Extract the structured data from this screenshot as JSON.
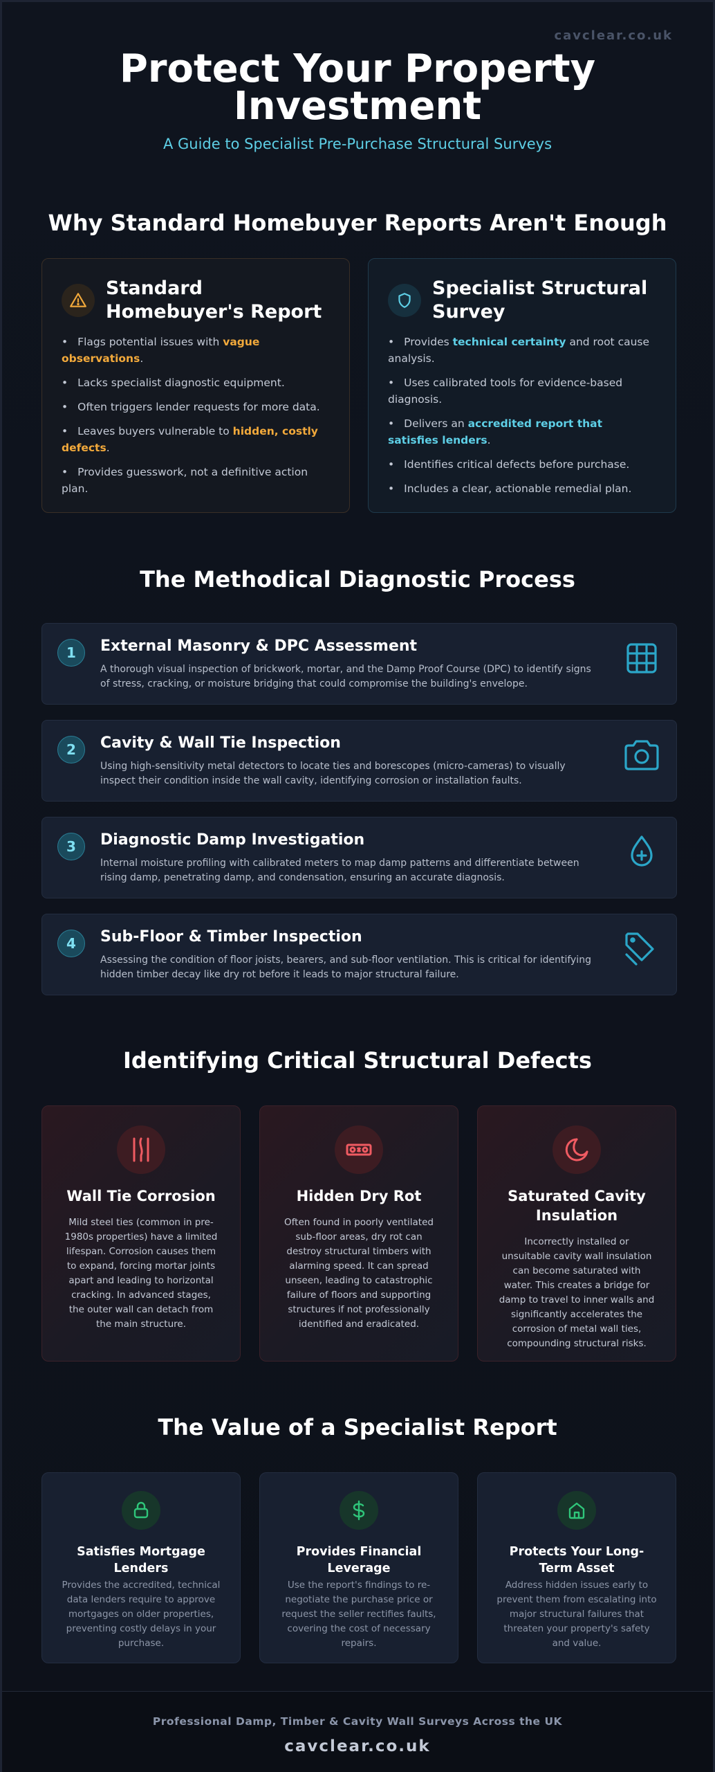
{
  "brand": "cavclear.co.uk",
  "hero": {
    "title": "Protect Your Property Investment",
    "subtitle": "A Guide to Specialist Pre-Purchase Structural Surveys"
  },
  "comparison": {
    "title": "Why Standard Homebuyer Reports Aren't Enough",
    "standard": {
      "title": "Standard Homebuyer's Report",
      "icon": "warning-icon",
      "items": [
        [
          "Flags potential issues with ",
          "vague observations",
          "."
        ],
        [
          "Lacks specialist diagnostic equipment.",
          "",
          ""
        ],
        [
          "Often triggers lender requests for more data.",
          "",
          ""
        ],
        [
          "Leaves buyers vulnerable to ",
          "hidden, costly defects",
          "."
        ],
        [
          "Provides guesswork, not a definitive action plan.",
          "",
          ""
        ]
      ]
    },
    "specialist": {
      "title": "Specialist Structural Survey",
      "icon": "shield-icon",
      "items": [
        [
          "Provides ",
          "technical certainty",
          " and root cause analysis."
        ],
        [
          "Uses calibrated tools for evidence-based diagnosis.",
          "",
          ""
        ],
        [
          "Delivers an ",
          "accredited report that satisfies lenders",
          "."
        ],
        [
          "Identifies critical defects before purchase.",
          "",
          ""
        ],
        [
          "Includes a clear, actionable remedial plan.",
          "",
          ""
        ]
      ]
    },
    "colors": {
      "amber": "#f2a93b",
      "cyan": "#5ecfe6"
    }
  },
  "process": {
    "title": "The Methodical Diagnostic Process",
    "steps": [
      {
        "num": "1",
        "title": "External Masonry & DPC Assessment",
        "desc": "A thorough visual inspection of brickwork, mortar, and the Damp Proof Course (DPC) to identify signs of stress, cracking, or moisture bridging that could compromise the building's envelope.",
        "icon": "brick-grid-icon"
      },
      {
        "num": "2",
        "title": "Cavity & Wall Tie Inspection",
        "desc": "Using high-sensitivity metal detectors to locate ties and borescopes (micro-cameras) to visually inspect their condition inside the wall cavity, identifying corrosion or installation faults.",
        "icon": "camera-icon"
      },
      {
        "num": "3",
        "title": "Diagnostic Damp Investigation",
        "desc": "Internal moisture profiling with calibrated meters to map damp patterns and differentiate between rising damp, penetrating damp, and condensation, ensuring an accurate diagnosis.",
        "icon": "droplet-plus-icon"
      },
      {
        "num": "4",
        "title": "Sub-Floor & Timber Inspection",
        "desc": "Assessing the condition of floor joists, bearers, and sub-floor ventilation. This is critical for identifying hidden timber decay like dry rot before it leads to major structural failure.",
        "icon": "tag-icon"
      }
    ]
  },
  "defects": {
    "title": "Identifying Critical Structural Defects",
    "items": [
      {
        "title": "Wall Tie Corrosion",
        "desc": "Mild steel ties (common in pre-1980s properties) have a limited lifespan. Corrosion causes them to expand, forcing mortar joints apart and leading to horizontal cracking. In advanced stages, the outer wall can detach from the main structure.",
        "icon": "wall-ties-icon"
      },
      {
        "title": "Hidden Dry Rot",
        "desc": "Often found in poorly ventilated sub-floor areas, dry rot can destroy structural timbers with alarming speed. It can spread unseen, leading to catastrophic failure of floors and supporting structures if not professionally identified and eradicated.",
        "icon": "timber-icon"
      },
      {
        "title": "Saturated Cavity Insulation",
        "desc": "Incorrectly installed or unsuitable cavity wall insulation can become saturated with water. This creates a bridge for damp to travel to inner walls and significantly accelerates the corrosion of metal wall ties, compounding structural risks.",
        "icon": "insulation-icon"
      }
    ]
  },
  "value": {
    "title": "The Value of a Specialist Report",
    "items": [
      {
        "title": "Satisfies Mortgage Lenders",
        "desc": "Provides the accredited, technical data lenders require to approve mortgages on older properties, preventing costly delays in your purchase.",
        "icon": "lock-icon"
      },
      {
        "title": "Provides Financial Leverage",
        "desc": "Use the report's findings to re-negotiate the purchase price or request the seller rectifies faults, covering the cost of necessary repairs.",
        "icon": "dollar-icon"
      },
      {
        "title": "Protects Your Long-Term Asset",
        "desc": "Address hidden issues early to prevent them from escalating into major structural failures that threaten your property's safety and value.",
        "icon": "home-icon"
      }
    ]
  },
  "footer": {
    "tagline": "Professional Damp, Timber & Cavity Wall Surveys Across the UK",
    "brand": "cavclear.co.uk"
  }
}
